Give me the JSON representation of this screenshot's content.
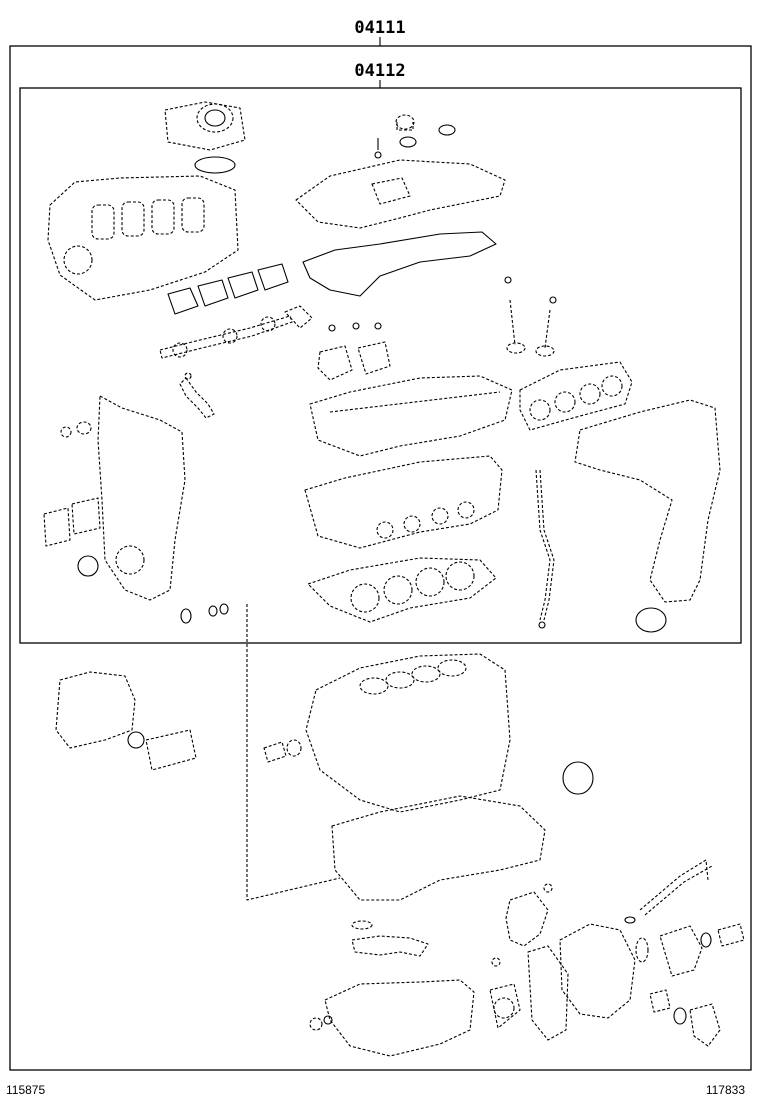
{
  "diagram": {
    "label_outer": "04111",
    "label_inner": "04112",
    "footer_left": "115875",
    "footer_right": "117833"
  }
}
